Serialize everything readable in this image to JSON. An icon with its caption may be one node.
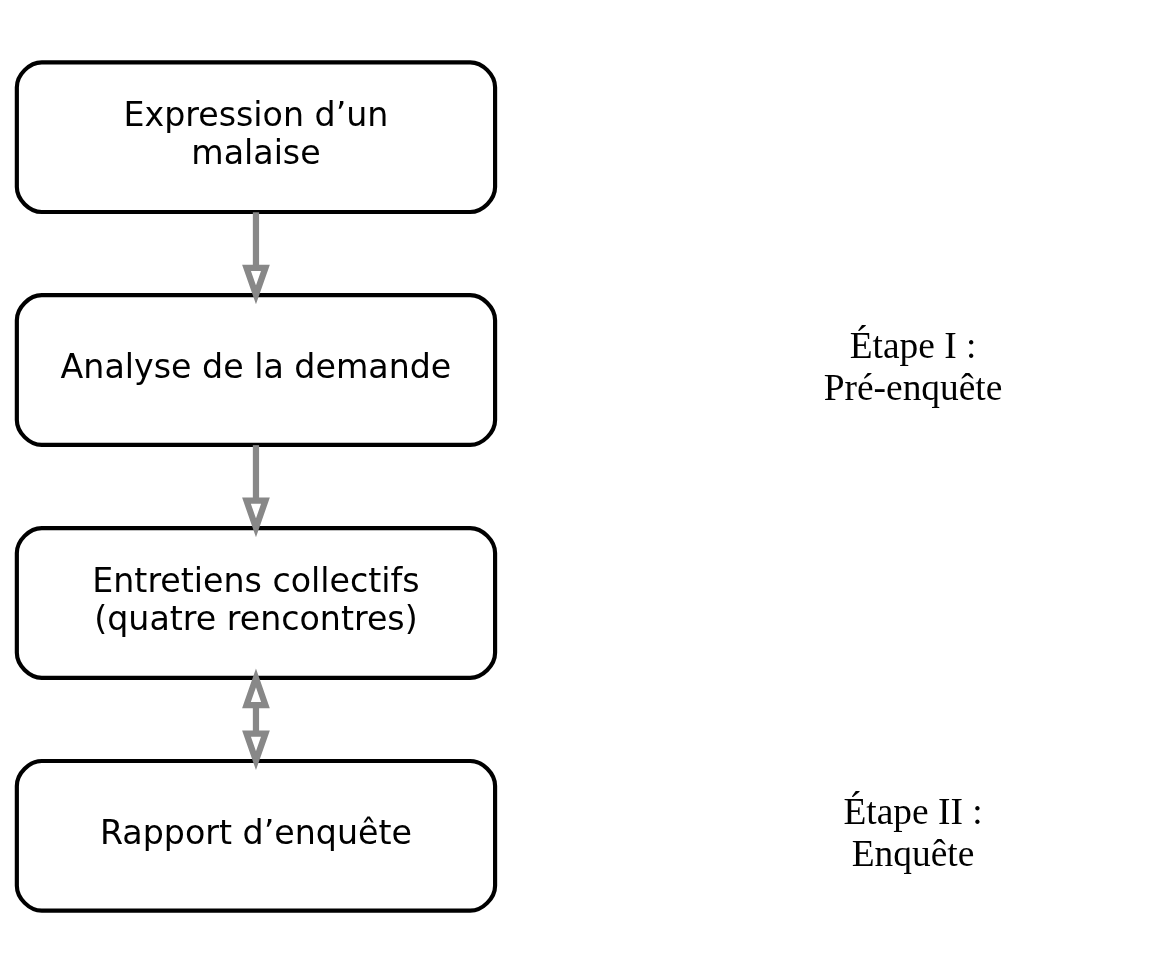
{
  "diagram": {
    "nodes": [
      {
        "text": [
          "Expression d’un malaise"
        ]
      },
      {
        "text": [
          "Analyse de la demande"
        ]
      },
      {
        "text": [
          "Entretiens collectifs (quatre rencontres)"
        ]
      },
      {
        "text": [
          "Rapport d’enquête"
        ]
      }
    ],
    "edges": [
      {
        "from": 0,
        "to": 1,
        "arrow": "to"
      },
      {
        "from": 1,
        "to": 2,
        "arrow": "to"
      },
      {
        "from": 2,
        "to": 3,
        "arrow": "both"
      }
    ],
    "labels": [
      "Étape I : Pré-enquête",
      "Étape II : Enquête"
    ]
  }
}
